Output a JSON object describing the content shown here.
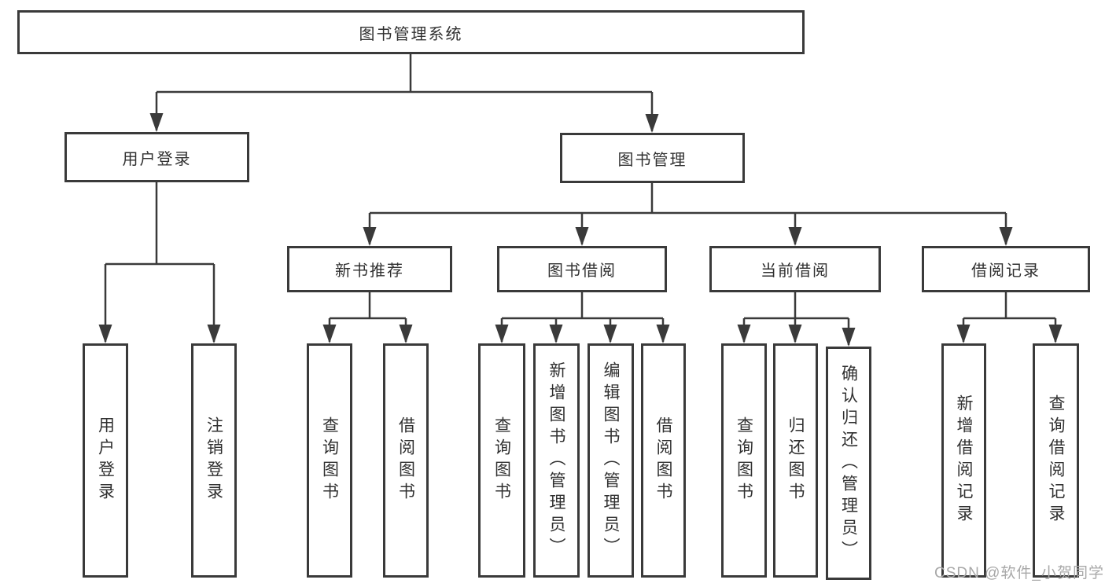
{
  "diagram": {
    "root": {
      "label": "图书管理系统"
    },
    "level2": [
      {
        "label": "用户登录"
      },
      {
        "label": "图书管理"
      }
    ],
    "level3": [
      {
        "label": "新书推荐",
        "parent": "图书管理"
      },
      {
        "label": "图书借阅",
        "parent": "图书管理"
      },
      {
        "label": "当前借阅",
        "parent": "图书管理"
      },
      {
        "label": "借阅记录",
        "parent": "图书管理"
      }
    ],
    "leaves": [
      {
        "label": "用户登录",
        "parent": "用户登录"
      },
      {
        "label": "注销登录",
        "parent": "用户登录"
      },
      {
        "label": "查询图书",
        "parent": "新书推荐"
      },
      {
        "label": "借阅图书",
        "parent": "新书推荐"
      },
      {
        "label": "查询图书",
        "parent": "图书借阅"
      },
      {
        "label": "新增图书（管理员）",
        "parent": "图书借阅"
      },
      {
        "label": "编辑图书（管理员）",
        "parent": "图书借阅"
      },
      {
        "label": "借阅图书",
        "parent": "图书借阅"
      },
      {
        "label": "查询图书",
        "parent": "当前借阅"
      },
      {
        "label": "归还图书",
        "parent": "当前借阅"
      },
      {
        "label": "确认归还（管理员）",
        "parent": "当前借阅"
      },
      {
        "label": "新增借阅记录",
        "parent": "借阅记录"
      },
      {
        "label": "查询借阅记录",
        "parent": "借阅记录"
      }
    ],
    "watermark": "CSDN @软件_小贺同学",
    "colors": {
      "line": "#3a3a3a",
      "text": "#303030",
      "watermark": "#a8a8a8",
      "background": "#ffffff"
    }
  }
}
